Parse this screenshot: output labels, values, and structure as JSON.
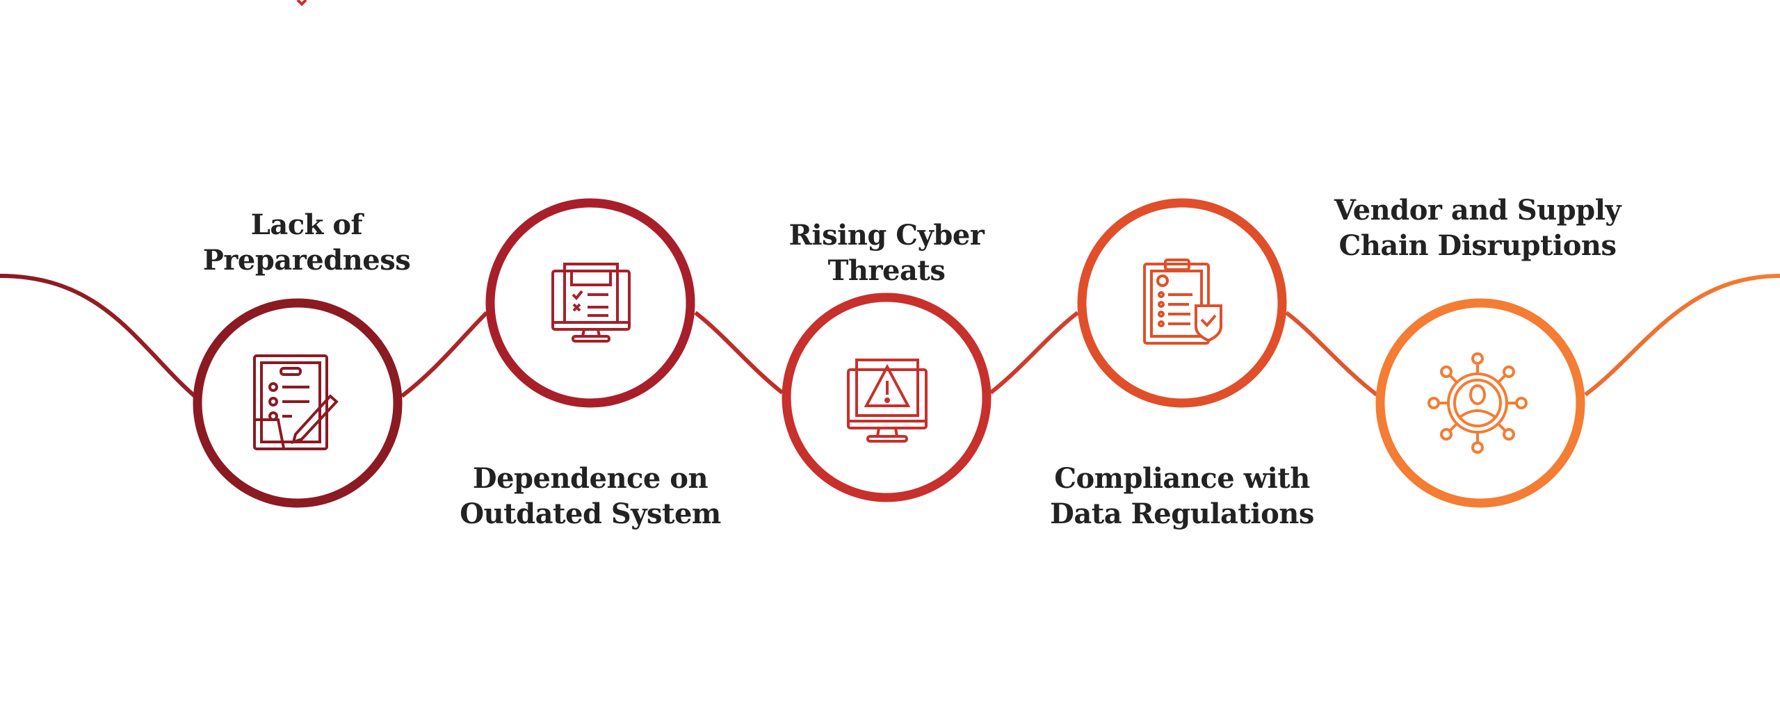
{
  "colors": {
    "step1": "#8b1a22",
    "step2": "#a81f2a",
    "step3": "#c8302c",
    "step4": "#e04f2a",
    "step5": "#f47c33",
    "text": "#222222"
  },
  "steps": [
    {
      "line1": "Lack of",
      "line2": "Preparedness",
      "icon": "checklist-pen-icon"
    },
    {
      "line1": "Dependence on",
      "line2": "Outdated System",
      "icon": "computer-checklist-icon"
    },
    {
      "line1": "Rising Cyber",
      "line2": "Threats",
      "icon": "computer-warning-icon"
    },
    {
      "line1": "Compliance with",
      "line2": "Data Regulations",
      "icon": "clipboard-shield-icon"
    },
    {
      "line1": "Vendor and Supply",
      "line2": "Chain Disruptions",
      "icon": "user-network-icon"
    }
  ]
}
